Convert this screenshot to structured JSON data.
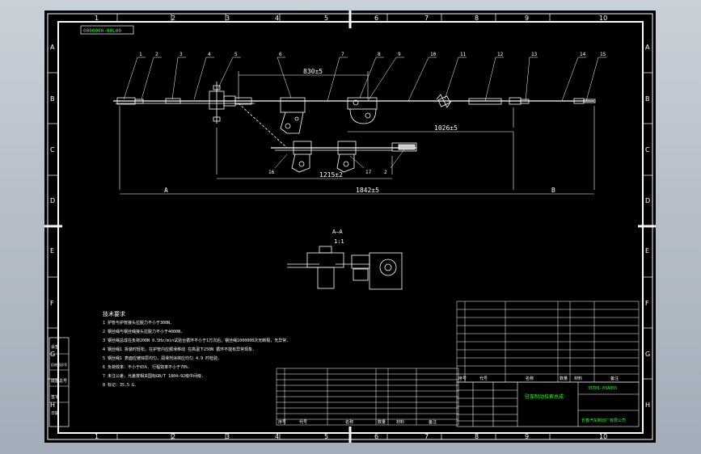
{
  "drawing": {
    "tag_label": "0000000-00L00",
    "title": "驻车制动拉索总成",
    "drawing_number": "35T01-03A055",
    "company": "长春汽车制动厂有限公司",
    "view_label": "A—A",
    "view_scale": "1:1"
  },
  "grid": {
    "columns": [
      "1",
      "2",
      "3",
      "4",
      "5",
      "6",
      "7",
      "8",
      "9",
      "10"
    ],
    "rows": [
      "A",
      "B",
      "C",
      "D",
      "E",
      "F",
      "G",
      "H"
    ]
  },
  "dimensions": {
    "d1": "830±5",
    "d2": "1026±5",
    "d3": "1215±2",
    "d4": "1842±5",
    "zone_a": "A",
    "zone_b": "B"
  },
  "balloons": [
    "1",
    "2",
    "3",
    "4",
    "5",
    "6",
    "7",
    "8",
    "9",
    "10",
    "11",
    "12",
    "13",
    "14",
    "15",
    "16",
    "17",
    "2"
  ],
  "tech_notes": {
    "heading": "技术要求",
    "lines": [
      "1 护管与护管接头拉脱力不小于300N.",
      "2 钢丝绳与钢丝绳接头拉脱力不小于4000N.",
      "3 钢丝绳总成在负荷200N 0.5Hz/min试验台循环不小于1万次后，钢丝绳1000000次无断裂，无异常.",
      "4 钢丝绳1 拆装时轻松，在护管内应顺滑移动 在高温下250N 循环不能有异常现象.",
      "5 钢丝绳1 表面应镀锌层均匀，润滑剂涂抹应均匀 4.9 时检验.",
      "6 负荷效率：不小于65%. 行程效率不小于70%.",
      "7 未注公差，允差按相关国标GB/T 1804—92级中间级.",
      "8 标记：35.5 G."
    ]
  },
  "title_block": {
    "headers": [
      "序号",
      "代号",
      "名称",
      "数量",
      "材料",
      "备注"
    ],
    "labels_rotated": [
      "会签",
      "旧底图总号",
      "底图总号",
      "签字",
      "日期"
    ]
  }
}
